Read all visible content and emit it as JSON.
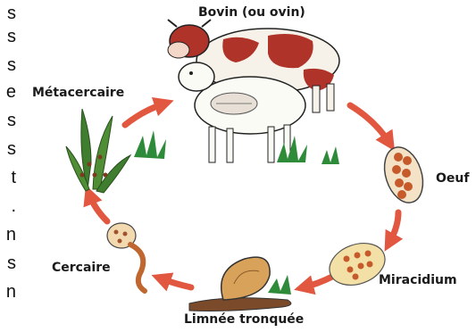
{
  "labels": {
    "host": "Bovin (ou ovin)",
    "egg": "Oeuf",
    "miracidium": "Miracidium",
    "snail": "Limnée tronquée",
    "cercaria": "Cercaire",
    "metacercaria": "Métacercaire"
  },
  "margin_text": [
    "s",
    "s",
    "s",
    "e",
    "s",
    "s",
    "t",
    ".",
    "n",
    "s",
    "n"
  ],
  "colors": {
    "arrow": "#e2573f",
    "cow_patch": "#b0332a",
    "grass": "#2e8b3a",
    "egg": "#c65a2a",
    "snail_shell": "#d8a25a"
  }
}
